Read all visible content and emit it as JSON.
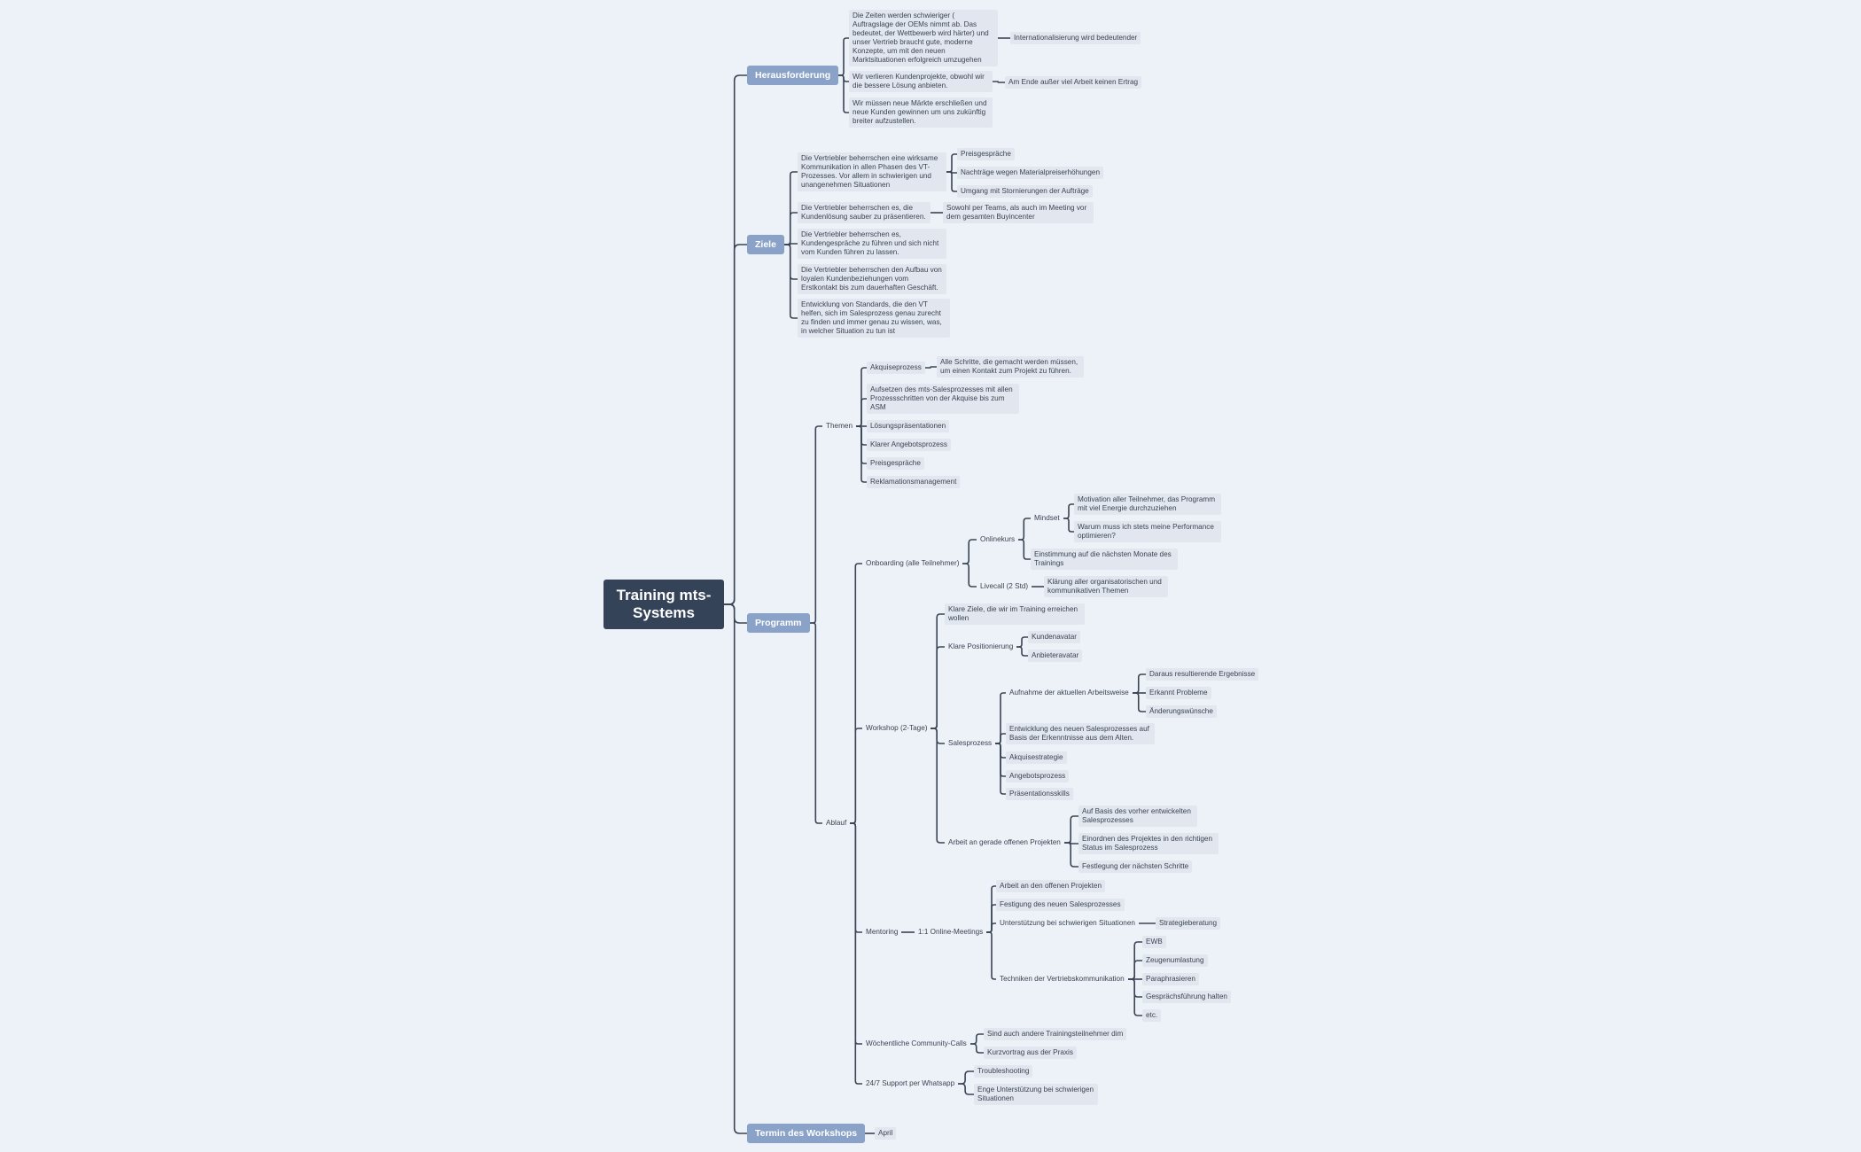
{
  "mindmap": {
    "root": "Training mts-Systems",
    "nodes": {
      "herausforderung": "Herausforderung",
      "h1": "Die Zeiten werden schwieriger ( Auftragslage der OEMs nimmt ab. Das bedeutet, der Wettbewerb wird härter) und unser Vertrieb braucht gute, moderne Konzepte, um mit den neuen Marktsituationen erfolgreich umzugehen",
      "h1a": "Internationalisierung wird bedeutender",
      "h2": "Wir verlieren Kundenprojekte, obwohl wir die bessere Lösung anbieten.",
      "h2a": "Am Ende außer viel Arbeit keinen Ertrag",
      "h3": "Wir müssen neue Märkte erschließen und neue Kunden gewinnen um uns zukünftig breiter aufzustellen.",
      "ziele": "Ziele",
      "z1": "Die Vertriebler beherrschen eine wirksame Kommunikation in allen Phasen des VT-Prozesses. Vor allem in schwierigen und unangenehmen Situationen",
      "z1a": "Preisgespräche",
      "z1b": "Nachträge wegen Materialpreiserhöhungen",
      "z1c": "Umgang mit Stornierungen der Aufträge",
      "z2": "Die Vertriebler beherrschen es, die Kundenlösung sauber zu präsentieren.",
      "z2a": "Sowohl per Teams, als auch im Meeting vor dem gesamten Buyincenter",
      "z3": "Die Vertriebler beherrschen es, Kundengespräche zu führen und sich nicht vom Kunden führen zu lassen.",
      "z4": "Die Vertriebler beherrschen den Aufbau von loyalen Kundenbeziehungen vom Erstkontakt bis zum dauerhaften Geschäft.",
      "z5": "Entwicklung von Standards, die den VT helfen, sich im Salesprozess genau zurecht zu finden und immer genau zu wissen, was, in welcher Situation zu tun ist",
      "programm": "Programm",
      "themen": "Themen",
      "t1": "Akquiseprozess",
      "t1a": "Alle Schritte, die gemacht werden müssen, um einen Kontakt zum Projekt zu führen.",
      "t2": "Aufsetzen des mts-Salesprozesses mit allen Prozessschritten von der Akquise bis zum ASM",
      "t3": "Lösungspräsentationen",
      "t4": "Klarer Angebotsprozess",
      "t5": "Preisgespräche",
      "t6": "Reklamationsmanagement",
      "ablauf": "Ablauf",
      "onb": "Onboarding (alle Teilnehmer)",
      "onk": "Onlinekurs",
      "mindset": "Mindset",
      "ms1": "Motivation aller Teilnehmer, das Programm mit viel Energie durchzuziehen",
      "ms2": "Warum muss ich stets meine Performance optimieren?",
      "onk2": "Einstimmung auf die nächsten Monate des Trainings",
      "lc": "Livecall (2 Std)",
      "lc1": "Klärung aller organisatorischen und kommunikativen Themen",
      "ws": "Workshop (2-Tage)",
      "ws1": "Klare Ziele, die wir im Training erreichen wollen",
      "ws2": "Klare Positionierung",
      "ws2a": "Kundenavatar",
      "ws2b": "Anbieteravatar",
      "sp": "Salesprozess",
      "sp1": "Aufnahme der aktuellen Arbeitsweise",
      "sp1a": "Daraus resultierende Ergebnisse",
      "sp1b": "Erkannt Probleme",
      "sp1c": "Änderungswünsche",
      "sp2": "Entwicklung des neuen Salesprozesses auf Basis der Erkenntnisse aus dem Alten.",
      "sp3": "Akquisestrategie",
      "sp4": "Angebotsprozess",
      "sp5": "Präsentationsskills",
      "ap": "Arbeit an gerade offenen Projekten",
      "ap1": "Auf Basis des vorher entwickelten Salesprozesses",
      "ap2": "Einordnen des Projektes in den richtigen Status im Salesprozess",
      "ap3": "Festlegung der nächsten Schritte",
      "mentoring": "Mentoring",
      "om": "1:1 Online-Meetings",
      "om1": "Arbeit an den offenen Projekten",
      "om2": "Festigung des neuen Salesprozesses",
      "om3": "Unterstützung bei schwierigen Situationen",
      "om3a": "Strategieberatung",
      "om4": "Techniken der Vertriebskommunikation",
      "om4a": "EWB",
      "om4b": "Zeugenumlastung",
      "om4c": "Paraphrasieren",
      "om4d": "Gesprächsführung halten",
      "om4e": "etc.",
      "cc": "Wöchentliche Community-Calls",
      "cc1": "Sind auch andere Trainingsteilnehmer dim",
      "cc2": "Kurzvortrag aus der Praxis",
      "sup": "24/7 Support per Whatsapp",
      "sup1": "Troubleshooting",
      "sup2": "Enge Unterstützung bei schwierigen Situationen",
      "termin": "Termin des Workshops",
      "termin1": "April"
    }
  }
}
